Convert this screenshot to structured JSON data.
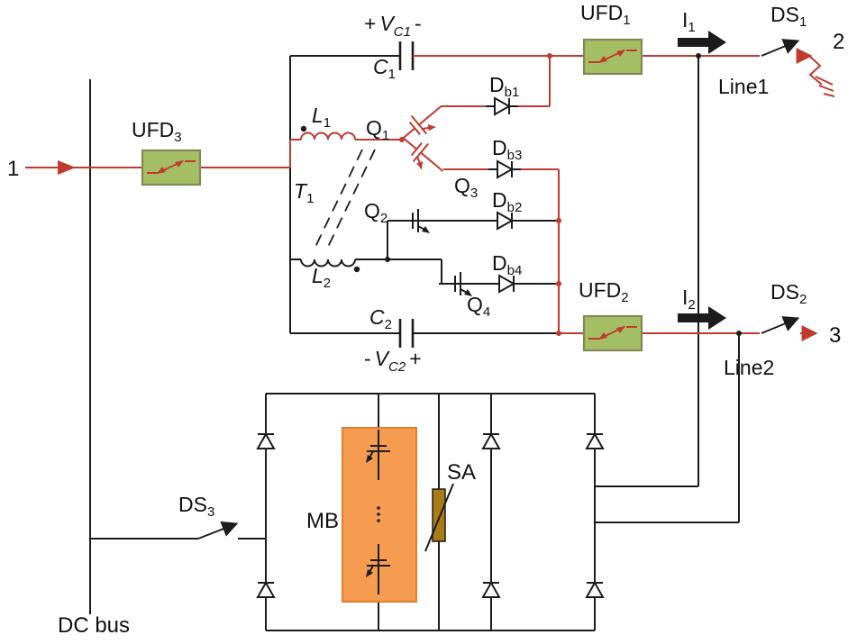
{
  "diagram": {
    "terminals": {
      "t1": "1",
      "t2": "2",
      "t3": "3"
    },
    "dc_bus": "DC bus",
    "lines": {
      "line1": "Line1",
      "line2": "Line2"
    },
    "ufd": {
      "u1": {
        "b": "UFD",
        "s": "1"
      },
      "u2": {
        "b": "UFD",
        "s": "2"
      },
      "u3": {
        "b": "UFD",
        "s": "3"
      }
    },
    "ds": {
      "d1": {
        "b": "DS",
        "s": "1"
      },
      "d2": {
        "b": "DS",
        "s": "2"
      },
      "d3": {
        "b": "DS",
        "s": "3"
      }
    },
    "currents": {
      "i1": {
        "b": "I",
        "s": "1"
      },
      "i2": {
        "b": "I",
        "s": "2"
      }
    },
    "caps": {
      "c1": {
        "b": "C",
        "s": "1"
      },
      "c2": {
        "b": "C",
        "s": "2"
      },
      "vc1": {
        "pre": "+",
        "b": "V",
        "s": "C1",
        "post": "-"
      },
      "vc2": {
        "pre": "-",
        "b": "V",
        "s": "C2",
        "post": "+"
      }
    },
    "inductors": {
      "l1": {
        "b": "L",
        "s": "1"
      },
      "l2": {
        "b": "L",
        "s": "2"
      },
      "t1": {
        "b": "T",
        "s": "1"
      }
    },
    "transistors": {
      "q1": {
        "b": "Q",
        "s": "1"
      },
      "q2": {
        "b": "Q",
        "s": "2"
      },
      "q3": {
        "b": "Q",
        "s": "3"
      },
      "q4": {
        "b": "Q",
        "s": "4"
      }
    },
    "diodes": {
      "db1": {
        "b": "D",
        "s": "b1"
      },
      "db2": {
        "b": "D",
        "s": "b2"
      },
      "db3": {
        "b": "D",
        "s": "b3"
      },
      "db4": {
        "b": "D",
        "s": "b4"
      }
    },
    "breaker": {
      "mb": "MB",
      "sa": "SA"
    }
  },
  "colors": {
    "wire": "#1c1c1c",
    "red": "#c03a30",
    "ufdFill": "#a4bf63",
    "ufdStroke": "#85855a",
    "mbFill": "#f59c50",
    "mbStroke": "#e07f2e",
    "saFill": "#a97c17"
  }
}
